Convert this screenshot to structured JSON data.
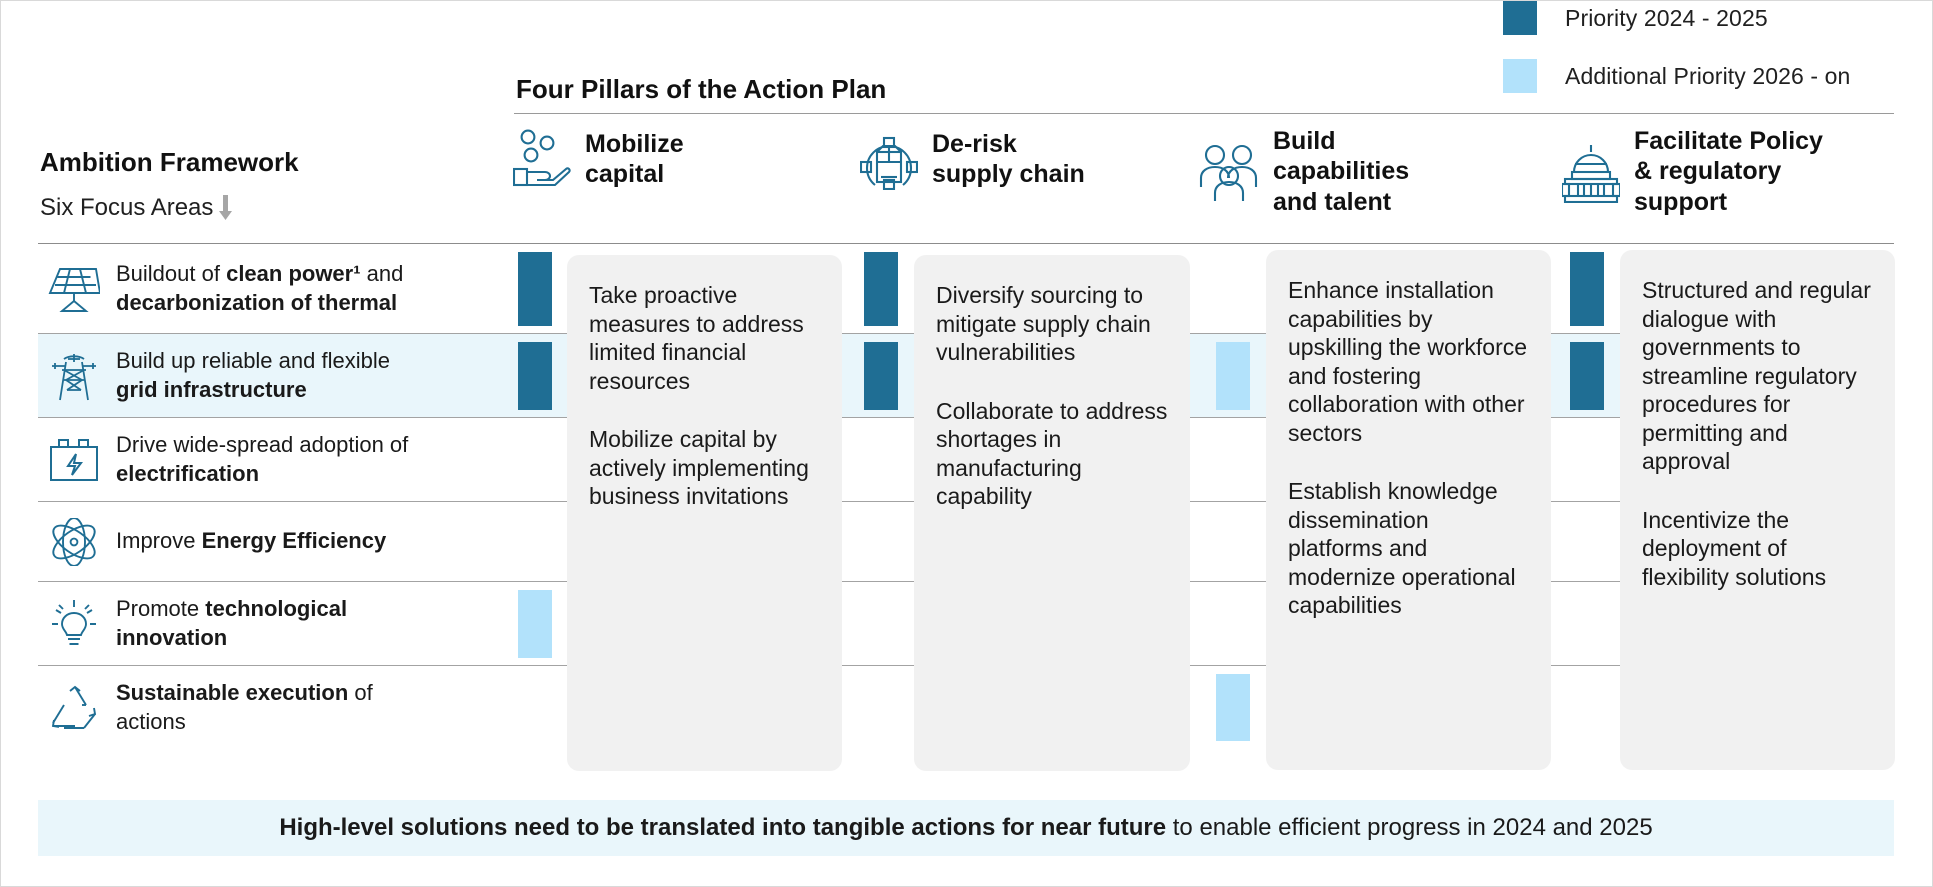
{
  "legend": {
    "items": [
      {
        "label": "Priority 2024 - 2025",
        "color": "#1f6e94",
        "icon": "legend-swatch-dark"
      },
      {
        "label": "Additional Priority 2026 - on",
        "color": "#b2e2fb",
        "icon": "legend-swatch-light"
      }
    ]
  },
  "headers": {
    "pillars_title": "Four Pillars of the Action Plan",
    "ambition_title": "Ambition Framework",
    "ambition_subtitle": "Six Focus Areas",
    "down_arrow": "⬇"
  },
  "pillars": [
    {
      "label": "Mobilize\ncapital",
      "line1": "Mobilize",
      "line2": "capital",
      "icon": "hand-coins-icon"
    },
    {
      "label": "De-risk\nsupply chain",
      "line1": "De-risk",
      "line2": "supply chain",
      "icon": "package-shield-icon"
    },
    {
      "label": "Build\ncapabilities\nand talent",
      "line1": "Build",
      "line2": "capabilities",
      "line3": "and talent",
      "icon": "people-group-icon"
    },
    {
      "label": "Facilitate Policy\n&  regulatory\nsupport",
      "line1": "Facilitate Policy",
      "line2": "&  regulatory",
      "line3": "support",
      "icon": "government-building-icon"
    }
  ],
  "focus_areas": [
    {
      "icon": "solar-panel-icon",
      "text_plain": "Buildout of clean power¹ and decarbonization of thermal",
      "pre": "Buildout of ",
      "bold1": "clean power¹",
      "mid": " and ",
      "bold2": "decarbonization of thermal",
      "post": "",
      "highlight": false
    },
    {
      "icon": "transmission-tower-icon",
      "text_plain": "Build up reliable and flexible grid infrastructure",
      "pre": "Build up reliable and flexible ",
      "bold1": "grid infrastructure",
      "mid": "",
      "bold2": "",
      "post": "",
      "highlight": true
    },
    {
      "icon": "battery-icon",
      "text_plain": "Drive wide-spread adoption of electrification",
      "pre": "Drive wide-spread adoption of ",
      "bold1": "electrification",
      "mid": "",
      "bold2": "",
      "post": "",
      "highlight": false
    },
    {
      "icon": "atom-icon",
      "text_plain": "Improve Energy Efficiency",
      "pre": "Improve ",
      "bold1": "Energy Efficiency",
      "mid": "",
      "bold2": "",
      "post": "",
      "highlight": false
    },
    {
      "icon": "lightbulb-icon",
      "text_plain": "Promote technological innovation",
      "pre": "Promote ",
      "bold1": "technological innovation",
      "mid": "",
      "bold2": "",
      "post": "",
      "highlight": false
    },
    {
      "icon": "recycle-icon",
      "text_plain": "Sustainable execution of actions",
      "pre": "",
      "bold1": "Sustainable execution",
      "mid": " of actions",
      "bold2": "",
      "post": "",
      "highlight": false
    }
  ],
  "priority_matrix": {
    "legend_keys": [
      "none",
      "dark",
      "light"
    ],
    "columns": [
      {
        "pillar": "Mobilize capital",
        "cells": [
          "dark",
          "dark",
          "none",
          "none",
          "light",
          "none"
        ]
      },
      {
        "pillar": "De-risk supply chain",
        "cells": [
          "dark",
          "dark",
          "none",
          "none",
          "none",
          "none"
        ]
      },
      {
        "pillar": "Build capabilities and talent",
        "cells": [
          "none",
          "light",
          "none",
          "none",
          "none",
          "light"
        ]
      },
      {
        "pillar": "Facilitate Policy & regulatory support",
        "cells": [
          "dark",
          "dark",
          "none",
          "none",
          "none",
          "none"
        ]
      }
    ]
  },
  "cards": [
    {
      "pillar": "Mobilize capital",
      "paragraphs": [
        "Take proactive measures to address limited financial resources",
        "Mobilize capital by actively implementing business invitations"
      ]
    },
    {
      "pillar": "De-risk supply chain",
      "paragraphs": [
        "Diversify sourcing to mitigate supply chain vulnerabilities",
        "Collaborate to address shortages in manufacturing capability"
      ]
    },
    {
      "pillar": "Build capabilities and talent",
      "paragraphs": [
        "Enhance installation capabilities by upskilling the workforce and fostering collaboration with other sectors",
        "Establish knowledge dissemination platforms and modernize operational capabilities"
      ]
    },
    {
      "pillar": "Facilitate Policy & regulatory support",
      "paragraphs": [
        "Structured and regular dialogue with governments to streamline regulatory procedures for permitting and approval",
        "Incentivize the deployment of flexibility solutions"
      ]
    }
  ],
  "banner": {
    "bold": "High-level solutions need to be translated into tangible actions for near future",
    "rest": " to enable efficient progress in 2024 and 2025"
  },
  "colors": {
    "priority_dark": "#1f6e94",
    "priority_light": "#b2e2fb",
    "highlight_row": "#e9f6fb",
    "card_bg": "#f1f1f1",
    "icon_stroke": "#1f6e94"
  }
}
